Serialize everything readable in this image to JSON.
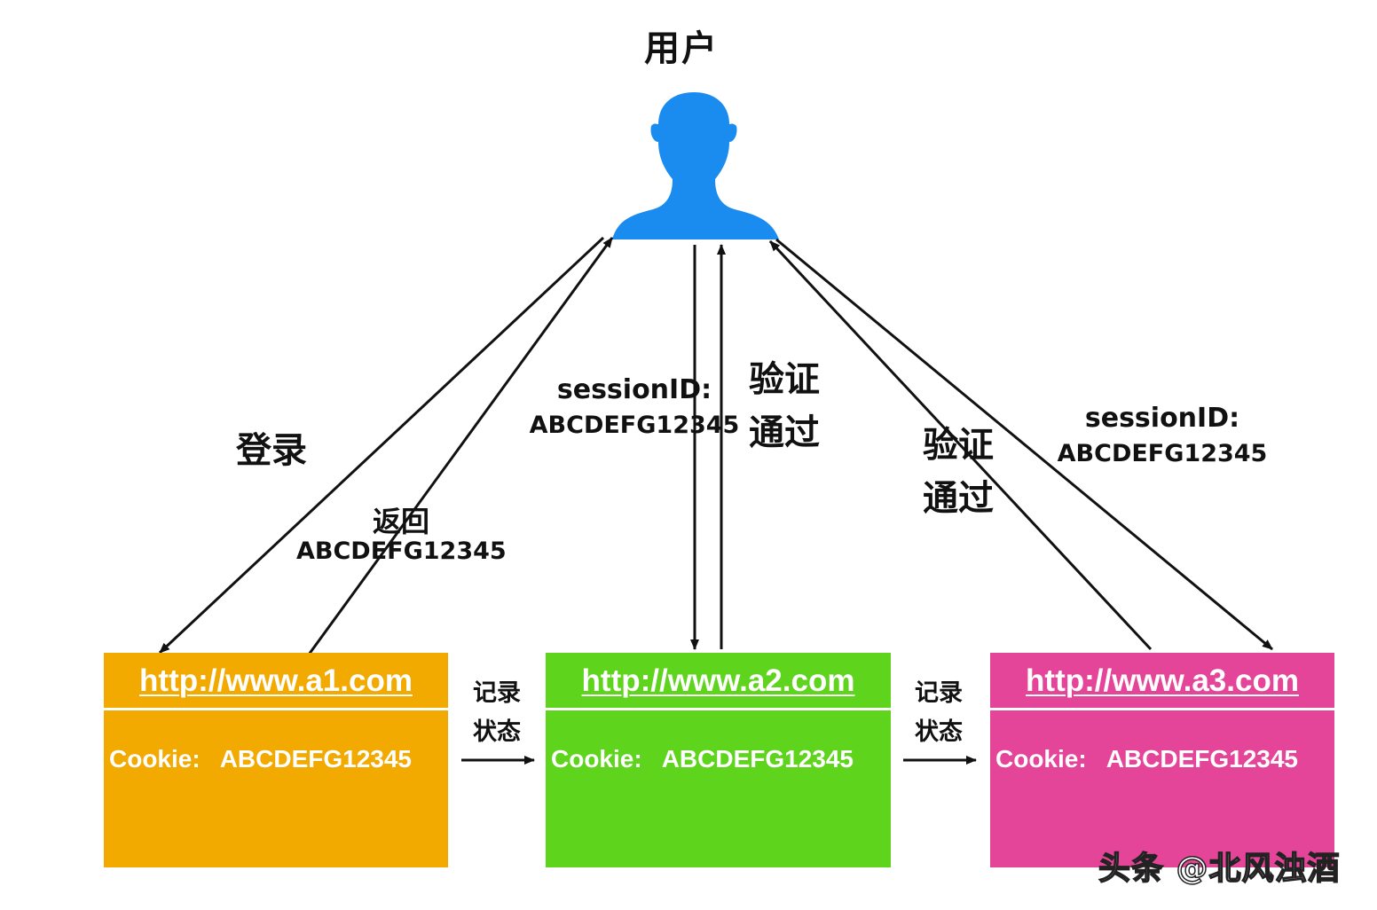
{
  "title": "用户",
  "labels": {
    "login": "登录",
    "return_line1": "返回",
    "return_line2": "ABCDEFG12345",
    "session_a2_line1": "sessionID:",
    "session_a2_line2": "ABCDEFG12345",
    "verify_a2_line1": "验证",
    "verify_a2_line2": "通过",
    "verify_a3_line1": "验证",
    "verify_a3_line2": "通过",
    "session_a3_line1": "sessionID:",
    "session_a3_line2": "ABCDEFG12345",
    "record_1_line1": "记录",
    "record_1_line2": "状态",
    "record_2_line1": "记录",
    "record_2_line2": "状态"
  },
  "sites": [
    {
      "url": "http://www.a1.com",
      "cookie_label": "Cookie:",
      "cookie_value": "ABCDEFG12345",
      "color": "#F2A900"
    },
    {
      "url": "http://www.a2.com",
      "cookie_label": "Cookie:",
      "cookie_value": "ABCDEFG12345",
      "color": "#5ED41C"
    },
    {
      "url": "http://www.a3.com",
      "cookie_label": "Cookie:",
      "cookie_value": "ABCDEFG12345",
      "color": "#E54598"
    }
  ],
  "user_icon_color": "#1A8CF0",
  "arrow_color": "#111111",
  "watermark": "头条 @北风浊酒"
}
